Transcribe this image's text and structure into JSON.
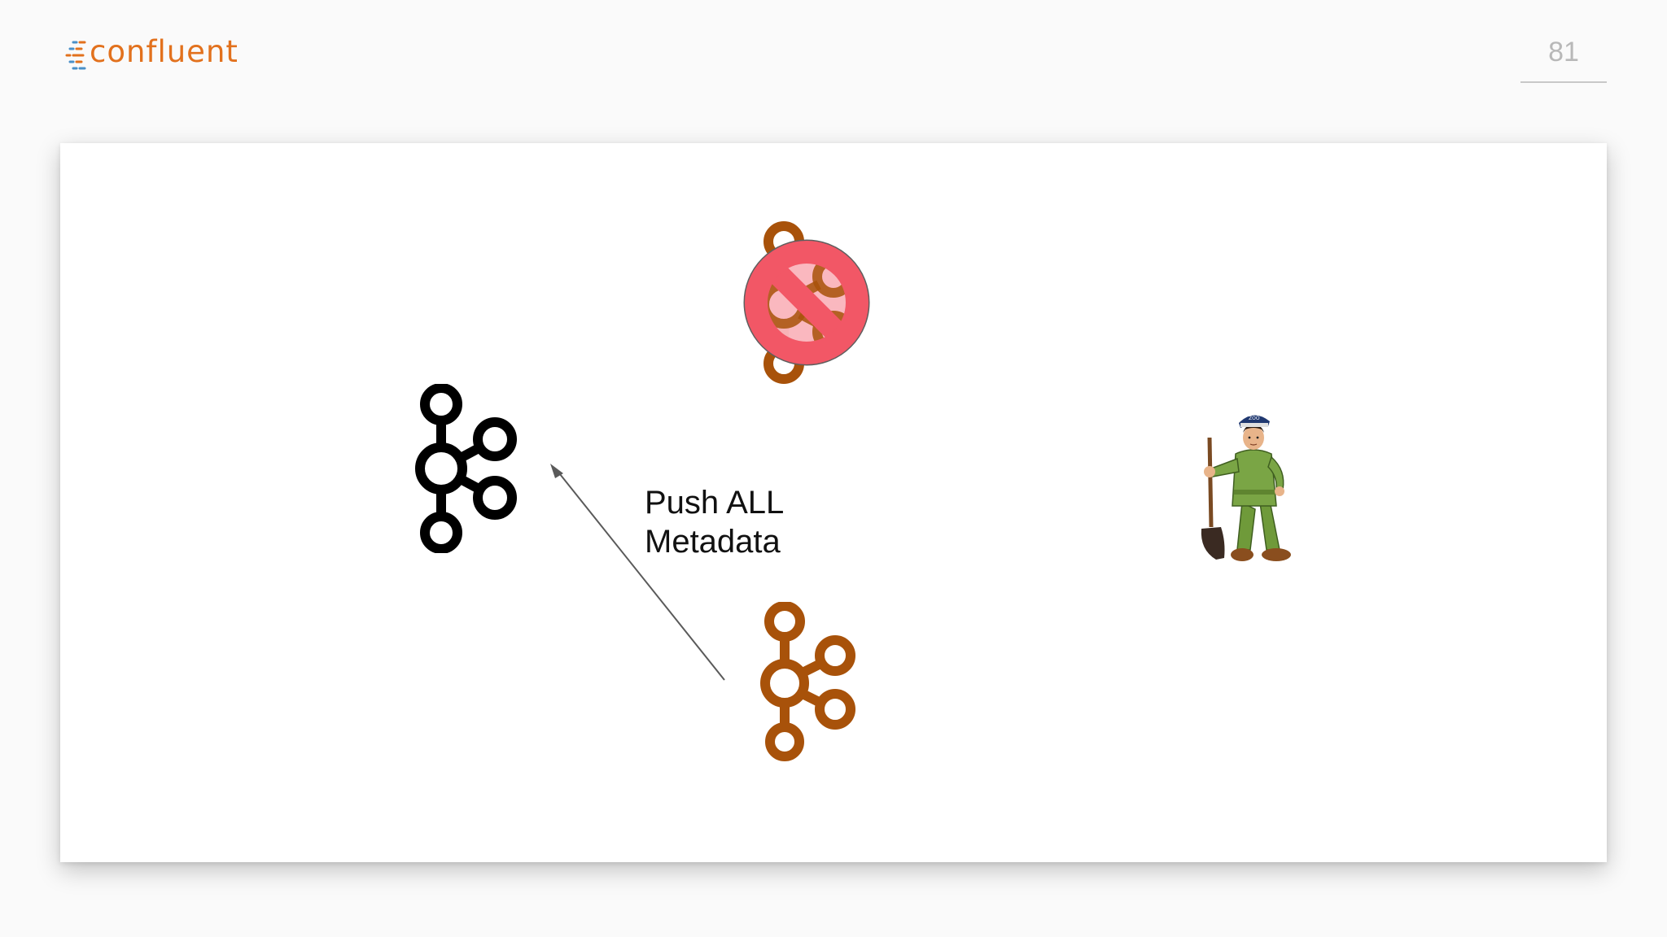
{
  "header": {
    "logo_text": "confluent",
    "page_number": "81"
  },
  "diagram": {
    "arrow_label_line1": "Push ALL",
    "arrow_label_line2": "Metadata",
    "zookeeper_hat_text": "ZOO"
  },
  "colors": {
    "brand_orange": "#e2711d",
    "broker_brown": "#a8520a",
    "controller_black": "#000000",
    "prohibit_red": "#f25766",
    "page_number_gray": "#b8b8b8"
  },
  "icons": {
    "logo_mark": "confluent-dashes-icon",
    "controller": "kafka-logo-icon",
    "broker": "kafka-logo-icon",
    "prohibited_broker": "prohibited-kafka-icon",
    "zookeeper": "zookeeper-keeper-icon"
  }
}
